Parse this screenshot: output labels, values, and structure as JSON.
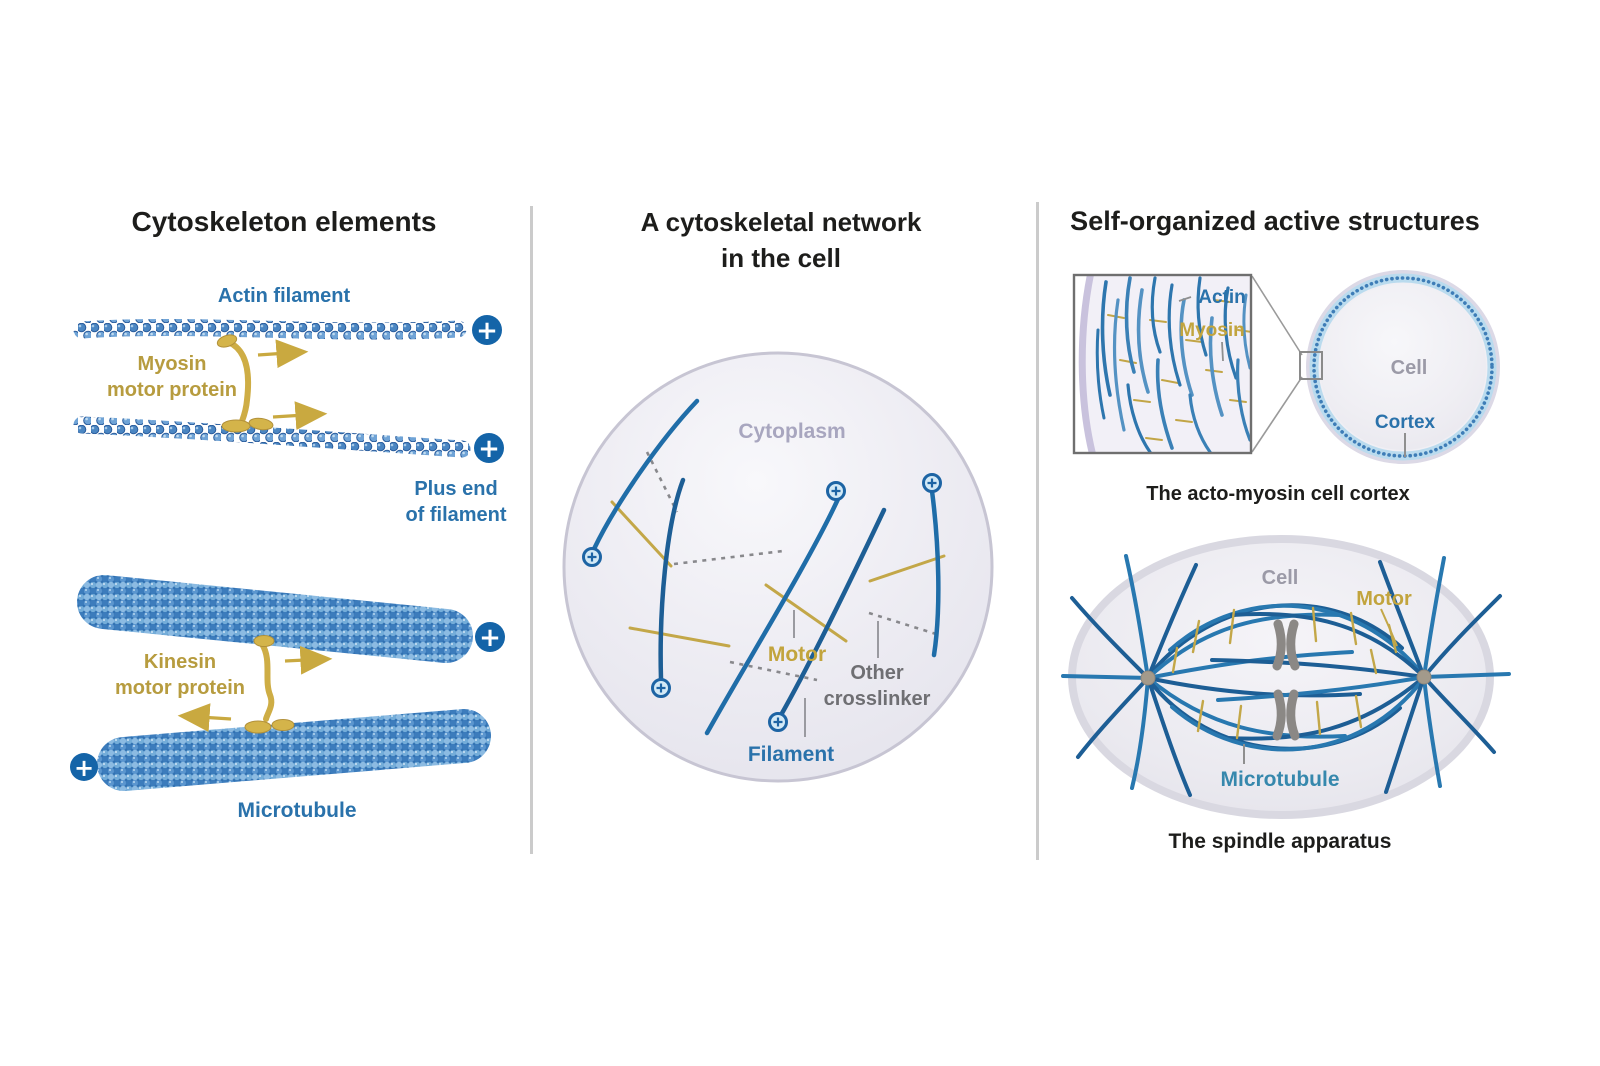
{
  "figure": {
    "panel_left": {
      "title": "Cytoskeleton elements",
      "labels": {
        "actin_filament": "Actin filament",
        "myosin_line1": "Myosin",
        "myosin_line2": "motor protein",
        "plus_end_line1": "Plus end",
        "plus_end_line2": "of filament",
        "kinesin_line1": "Kinesin",
        "kinesin_line2": "motor protein",
        "microtubule": "Microtubule"
      }
    },
    "panel_middle": {
      "title_line1": "A cytoskeletal network",
      "title_line2": "in the cell",
      "labels": {
        "cytoplasm": "Cytoplasm",
        "motor": "Motor",
        "other_crosslinker_line1": "Other",
        "other_crosslinker_line2": "crosslinker",
        "filament": "Filament"
      }
    },
    "panel_right": {
      "title": "Self-organized active structures",
      "cortex_figure": {
        "actin": "Actin",
        "myosin": "Myosin",
        "cell": "Cell",
        "cortex": "Cortex",
        "caption": "The acto-myosin cell cortex"
      },
      "spindle_figure": {
        "cell": "Cell",
        "motor": "Motor",
        "microtubule": "Microtubule",
        "caption": "The spindle apparatus"
      }
    }
  },
  "icons": {
    "plus_end_badge": "+"
  },
  "colors": {
    "filament_blue": "#1f6da8",
    "filament_blue_dark": "#1d5e95",
    "plus_badge_blue": "#1464a8",
    "gold_structure": "#c3a748",
    "label_blue": "#2a72ab",
    "label_gold": "#b79c3f",
    "label_gray": "#6f6f73",
    "cytoplasm_gray": "#a8a6bf",
    "cell_fill": "#e9e8ef",
    "cell_border": "#c7c5d3",
    "chromosome_gray": "#8b8885",
    "divider_gray": "#cbcbcb"
  }
}
